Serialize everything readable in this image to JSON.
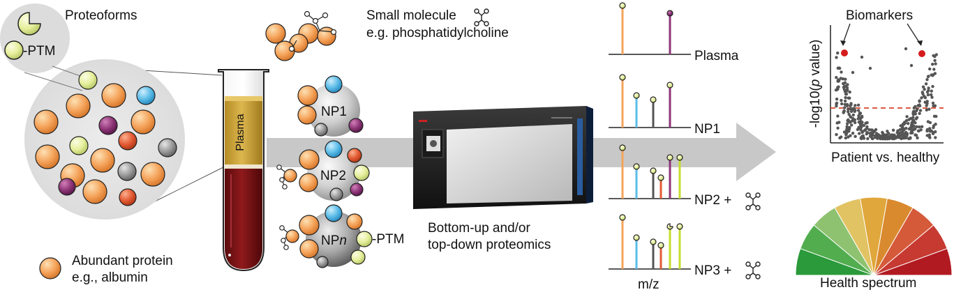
{
  "labels": {
    "proteoforms": "Proteoforms",
    "ptm_inset": "-PTM",
    "small_molecule_line1": "Small molecule",
    "small_molecule_line2": "e.g. phosphatidylcholine",
    "plasma_tube": "Plasma",
    "np1": "NP1",
    "np2": "NP2",
    "npn_prefix": "NP",
    "npn_suffix": "n",
    "npn_ptm": "-PTM",
    "abundant_line1": "Abundant protein",
    "abundant_line2": "e.g., albumin",
    "proteomics_line1": "Bottom-up and/or",
    "proteomics_line2": "top-down proteomics",
    "spectrum_plasma": "Plasma",
    "spectrum_np1": "NP1",
    "spectrum_np2": "NP2 +",
    "spectrum_np3": "NP3 +",
    "mz_axis": "m/z",
    "biomarkers": "Biomarkers",
    "volcano_ylabel": "-log10(p value)",
    "volcano_xlabel": "Patient vs. healthy",
    "health_spectrum": "Health spectrum"
  },
  "colors": {
    "orange_protein": "#f5a35a",
    "blue_protein": "#5bbce8",
    "purple_protein": "#8e3577",
    "red_protein": "#e35a33",
    "gray_protein": "#9a9a9a",
    "yellow_ptm": "#e5ef9c",
    "plasma_yellow": "#c9a23a",
    "blood_red": "#7c1416",
    "arrow_gray": "#c8c8c8",
    "volcano_point": "#555555",
    "biomarker_red": "#d41c1c",
    "threshold_red": "#d7432a"
  },
  "icons": {
    "small_molecule": "molecule-icon",
    "gauge": "health-gauge"
  }
}
